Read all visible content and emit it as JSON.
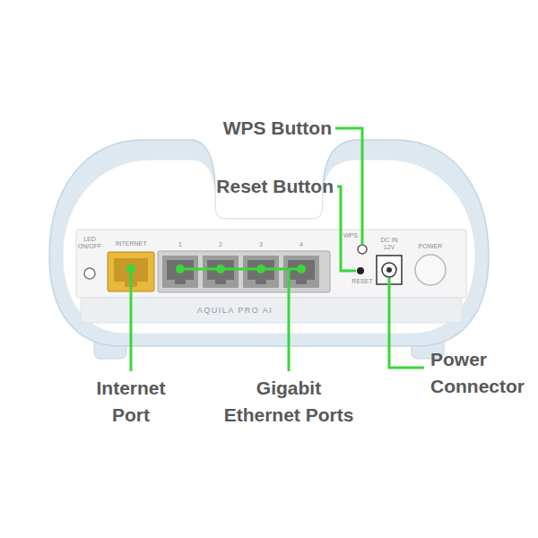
{
  "diagram": {
    "labels": [
      "WPS Button",
      "Reset Button",
      "LED ON/OFF",
      "INTERNET",
      "1",
      "2",
      "3",
      "4",
      "WPS",
      "DC IN 12V",
      "POWER",
      "RESET",
      "AQUILA PRO AI",
      "Internet Port",
      "Gigabit Ethernet Ports",
      "Power Connector"
    ]
  }
}
